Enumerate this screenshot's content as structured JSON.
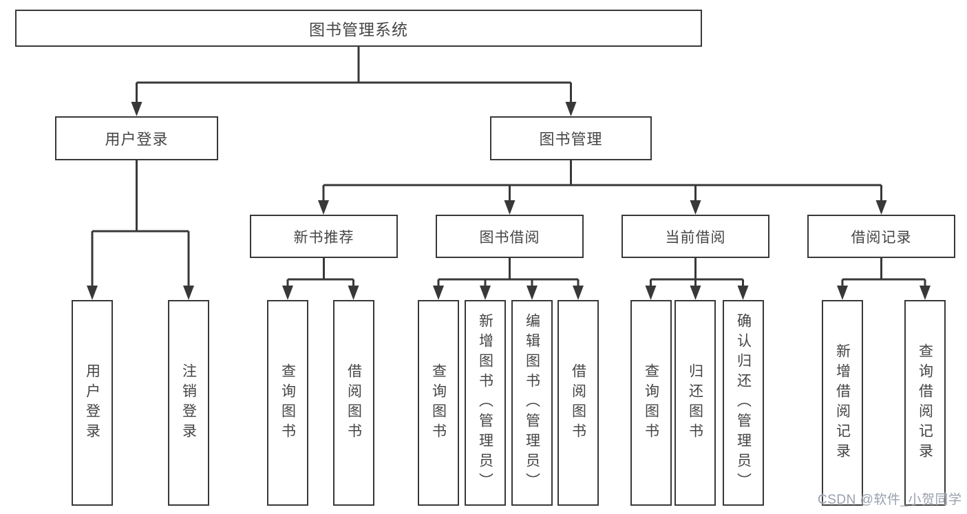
{
  "tree": {
    "root": {
      "label": "图书管理系统",
      "children": [
        {
          "label": "用户登录",
          "children": [
            {
              "label": "用户登录"
            },
            {
              "label": "注销登录"
            }
          ]
        },
        {
          "label": "图书管理",
          "children": [
            {
              "label": "新书推荐",
              "children": [
                {
                  "label": "查询图书"
                },
                {
                  "label": "借阅图书"
                }
              ]
            },
            {
              "label": "图书借阅",
              "children": [
                {
                  "label": "查询图书"
                },
                {
                  "label": "新增图书（管理员）"
                },
                {
                  "label": "编辑图书（管理员）"
                },
                {
                  "label": "借阅图书"
                }
              ]
            },
            {
              "label": "当前借阅",
              "children": [
                {
                  "label": "查询图书"
                },
                {
                  "label": "归还图书"
                },
                {
                  "label": "确认归还（管理员）"
                }
              ]
            },
            {
              "label": "借阅记录",
              "children": [
                {
                  "label": "新增借阅记录"
                },
                {
                  "label": "查询借阅记录"
                }
              ]
            }
          ]
        }
      ]
    }
  },
  "watermark": "CSDN @软件_小贺同学",
  "colors": {
    "line": "#383838",
    "text": "#454545",
    "bg": "#ffffff",
    "watermark": "#99a0ad"
  }
}
